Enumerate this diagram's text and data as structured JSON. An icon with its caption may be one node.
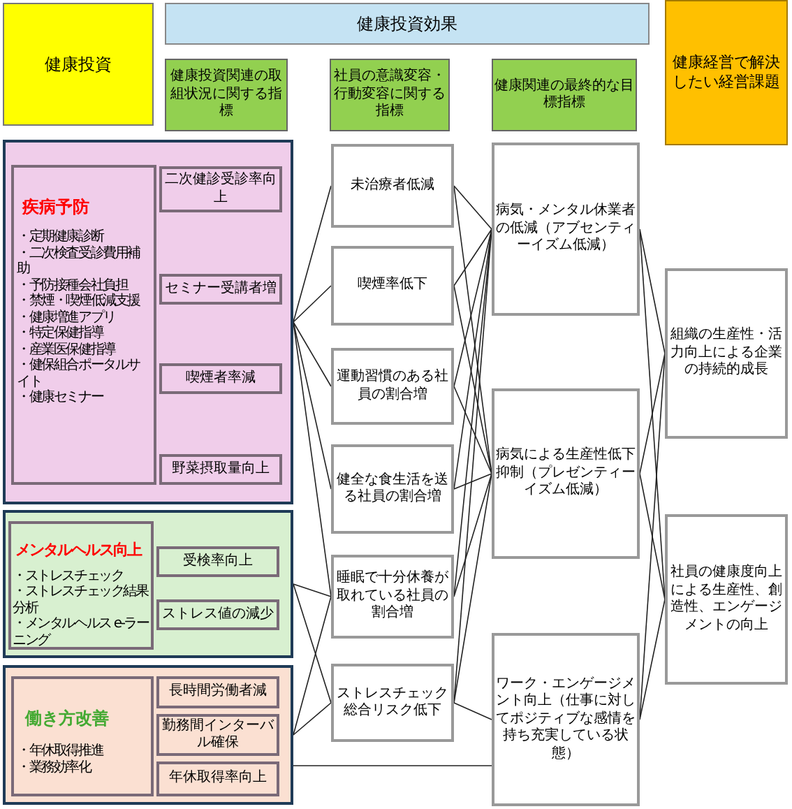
{
  "diagram": {
    "nodes": [
      {
        "text": [
          "健康投資"
        ]
      },
      {
        "text": [
          "健康投資効果"
        ]
      },
      {
        "text": [
          "健康投資関連の取組状況に関する指標"
        ]
      },
      {
        "text": [
          "社員の意識変容・行動変容に関する指標"
        ]
      },
      {
        "text": [
          "健康関連の最終的な目標指標"
        ]
      },
      {
        "text": [
          "健康経営で解決したい経営課題"
        ]
      },
      {
        "text": [],
        "shape": "box"
      },
      {
        "text": [
          "疾病予防",
          "・定期健康診断",
          "・二次検査受診費用補助",
          "・予防接種会社負担",
          "・禁煙・喫煙低減支援",
          "・健康増進アプリ",
          "・特定保健指導",
          "・産業医保健指導",
          "・健保組合ポータルサイト",
          "・健康セミナー"
        ],
        "in": 6
      },
      {
        "text": [
          "二次健診受診率向上"
        ],
        "in": 6
      },
      {
        "text": [
          "セミナー受講者増"
        ],
        "in": 6
      },
      {
        "text": [
          "喫煙者率減"
        ],
        "in": 6
      },
      {
        "text": [
          "野菜摂取量向上"
        ],
        "in": 6
      },
      {
        "text": [],
        "shape": "box"
      },
      {
        "text": [
          "メンタルヘルス向上",
          "・ストレスチェック",
          "・ストレスチェック結果分析",
          "・メンタルヘルス e-ラーニング"
        ],
        "in": 12
      },
      {
        "text": [
          "受検率向上"
        ],
        "in": 12
      },
      {
        "text": [
          "ストレス値の減少"
        ],
        "in": 12
      },
      {
        "text": [],
        "shape": "box"
      },
      {
        "text": [
          "働き方改善",
          "・年休取得推進",
          "・業務効率化"
        ],
        "in": 16
      },
      {
        "text": [
          "長時間労働者減"
        ],
        "in": 16
      },
      {
        "text": [
          "勤務間インターバル確保"
        ],
        "in": 16
      },
      {
        "text": [
          "年休取得率向上"
        ],
        "in": 16
      },
      {
        "text": [
          "未治療者低減"
        ]
      },
      {
        "text": [
          "喫煙率低下"
        ]
      },
      {
        "text": [
          "運動習慣のある社員の割合増"
        ]
      },
      {
        "text": [
          "健全な食生活を送る社員の割合増"
        ]
      },
      {
        "text": [
          "睡眠で十分休養が取れている社員の割合増"
        ]
      },
      {
        "text": [
          "ストレスチェック総合リスク低下"
        ]
      },
      {
        "text": [
          "病気・メンタル休業者の低減（アブセンティーイズム低減）"
        ]
      },
      {
        "text": [
          "病気による生産性低下抑制（プレゼンティーイズム低減）"
        ]
      },
      {
        "text": [
          "ワーク・エンゲージメント向上（仕事に対してポジティブな感情を持ち充実している状態）"
        ]
      },
      {
        "text": [
          "組織の生産性・活力向上による企業の持続的成長"
        ]
      },
      {
        "text": [
          "社員の健康度向上による生産性、創造性、エンゲージメントの向上"
        ]
      }
    ],
    "edges": [
      {
        "from": 6,
        "to": 21,
        "arrow": "none"
      },
      {
        "from": 6,
        "to": 22,
        "arrow": "none"
      },
      {
        "from": 6,
        "to": 23,
        "arrow": "none"
      },
      {
        "from": 6,
        "to": 24,
        "arrow": "none"
      },
      {
        "from": 6,
        "to": 25,
        "arrow": "none"
      },
      {
        "from": 12,
        "to": 25,
        "arrow": "none"
      },
      {
        "from": 12,
        "to": 26,
        "arrow": "none"
      },
      {
        "from": 16,
        "to": 25,
        "arrow": "none"
      },
      {
        "from": 16,
        "to": 26,
        "arrow": "none"
      },
      {
        "from": 16,
        "to": 29,
        "arrow": "none"
      },
      {
        "from": 21,
        "to": 27,
        "arrow": "none"
      },
      {
        "from": 21,
        "to": 28,
        "arrow": "none"
      },
      {
        "from": 22,
        "to": 27,
        "arrow": "none"
      },
      {
        "from": 22,
        "to": 28,
        "arrow": "none"
      },
      {
        "from": 23,
        "to": 27,
        "arrow": "none"
      },
      {
        "from": 23,
        "to": 28,
        "arrow": "none"
      },
      {
        "from": 24,
        "to": 27,
        "arrow": "none"
      },
      {
        "from": 24,
        "to": 28,
        "arrow": "none"
      },
      {
        "from": 25,
        "to": 27,
        "arrow": "none"
      },
      {
        "from": 25,
        "to": 28,
        "arrow": "none"
      },
      {
        "from": 26,
        "to": 27,
        "arrow": "none"
      },
      {
        "from": 26,
        "to": 28,
        "arrow": "none"
      },
      {
        "from": 26,
        "to": 29,
        "arrow": "none"
      },
      {
        "from": 27,
        "to": 30,
        "arrow": "none"
      },
      {
        "from": 27,
        "to": 31,
        "arrow": "none"
      },
      {
        "from": 28,
        "to": 30,
        "arrow": "none"
      },
      {
        "from": 28,
        "to": 31,
        "arrow": "none"
      },
      {
        "from": 29,
        "to": 30,
        "arrow": "none"
      },
      {
        "from": 29,
        "to": 31,
        "arrow": "none"
      }
    ]
  }
}
